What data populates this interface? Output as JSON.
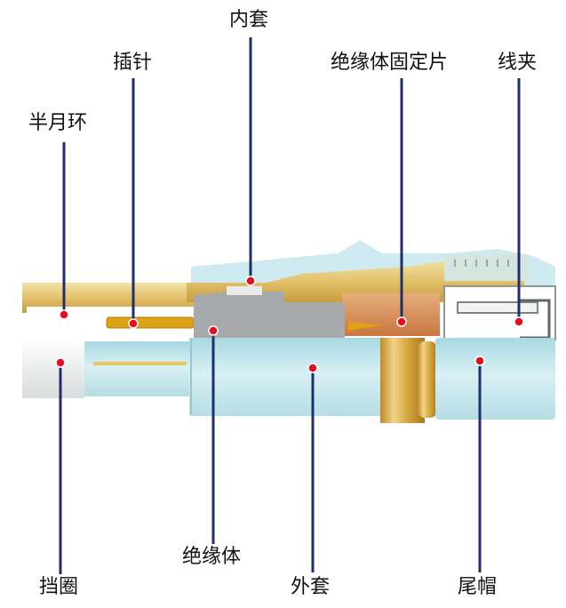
{
  "labels": {
    "inner_sleeve": "内套",
    "pin": "插针",
    "insulator_fixing_piece": "绝缘体固定片",
    "cable_clamp": "线夹",
    "half_moon_ring": "半月环",
    "retaining_ring": "挡圈",
    "insulator": "绝缘体",
    "outer_sleeve": "外套",
    "tail_cap": "尾帽"
  },
  "colors": {
    "leader_line": "#1f2f6b",
    "marker_dot": "#e01020",
    "outer_sleeve": "#bfe4ea",
    "brass": "#e3c77a",
    "insulator_gray": "#a8a9ab",
    "copper": "#d7915a",
    "pin_gold": "#e0a215"
  }
}
